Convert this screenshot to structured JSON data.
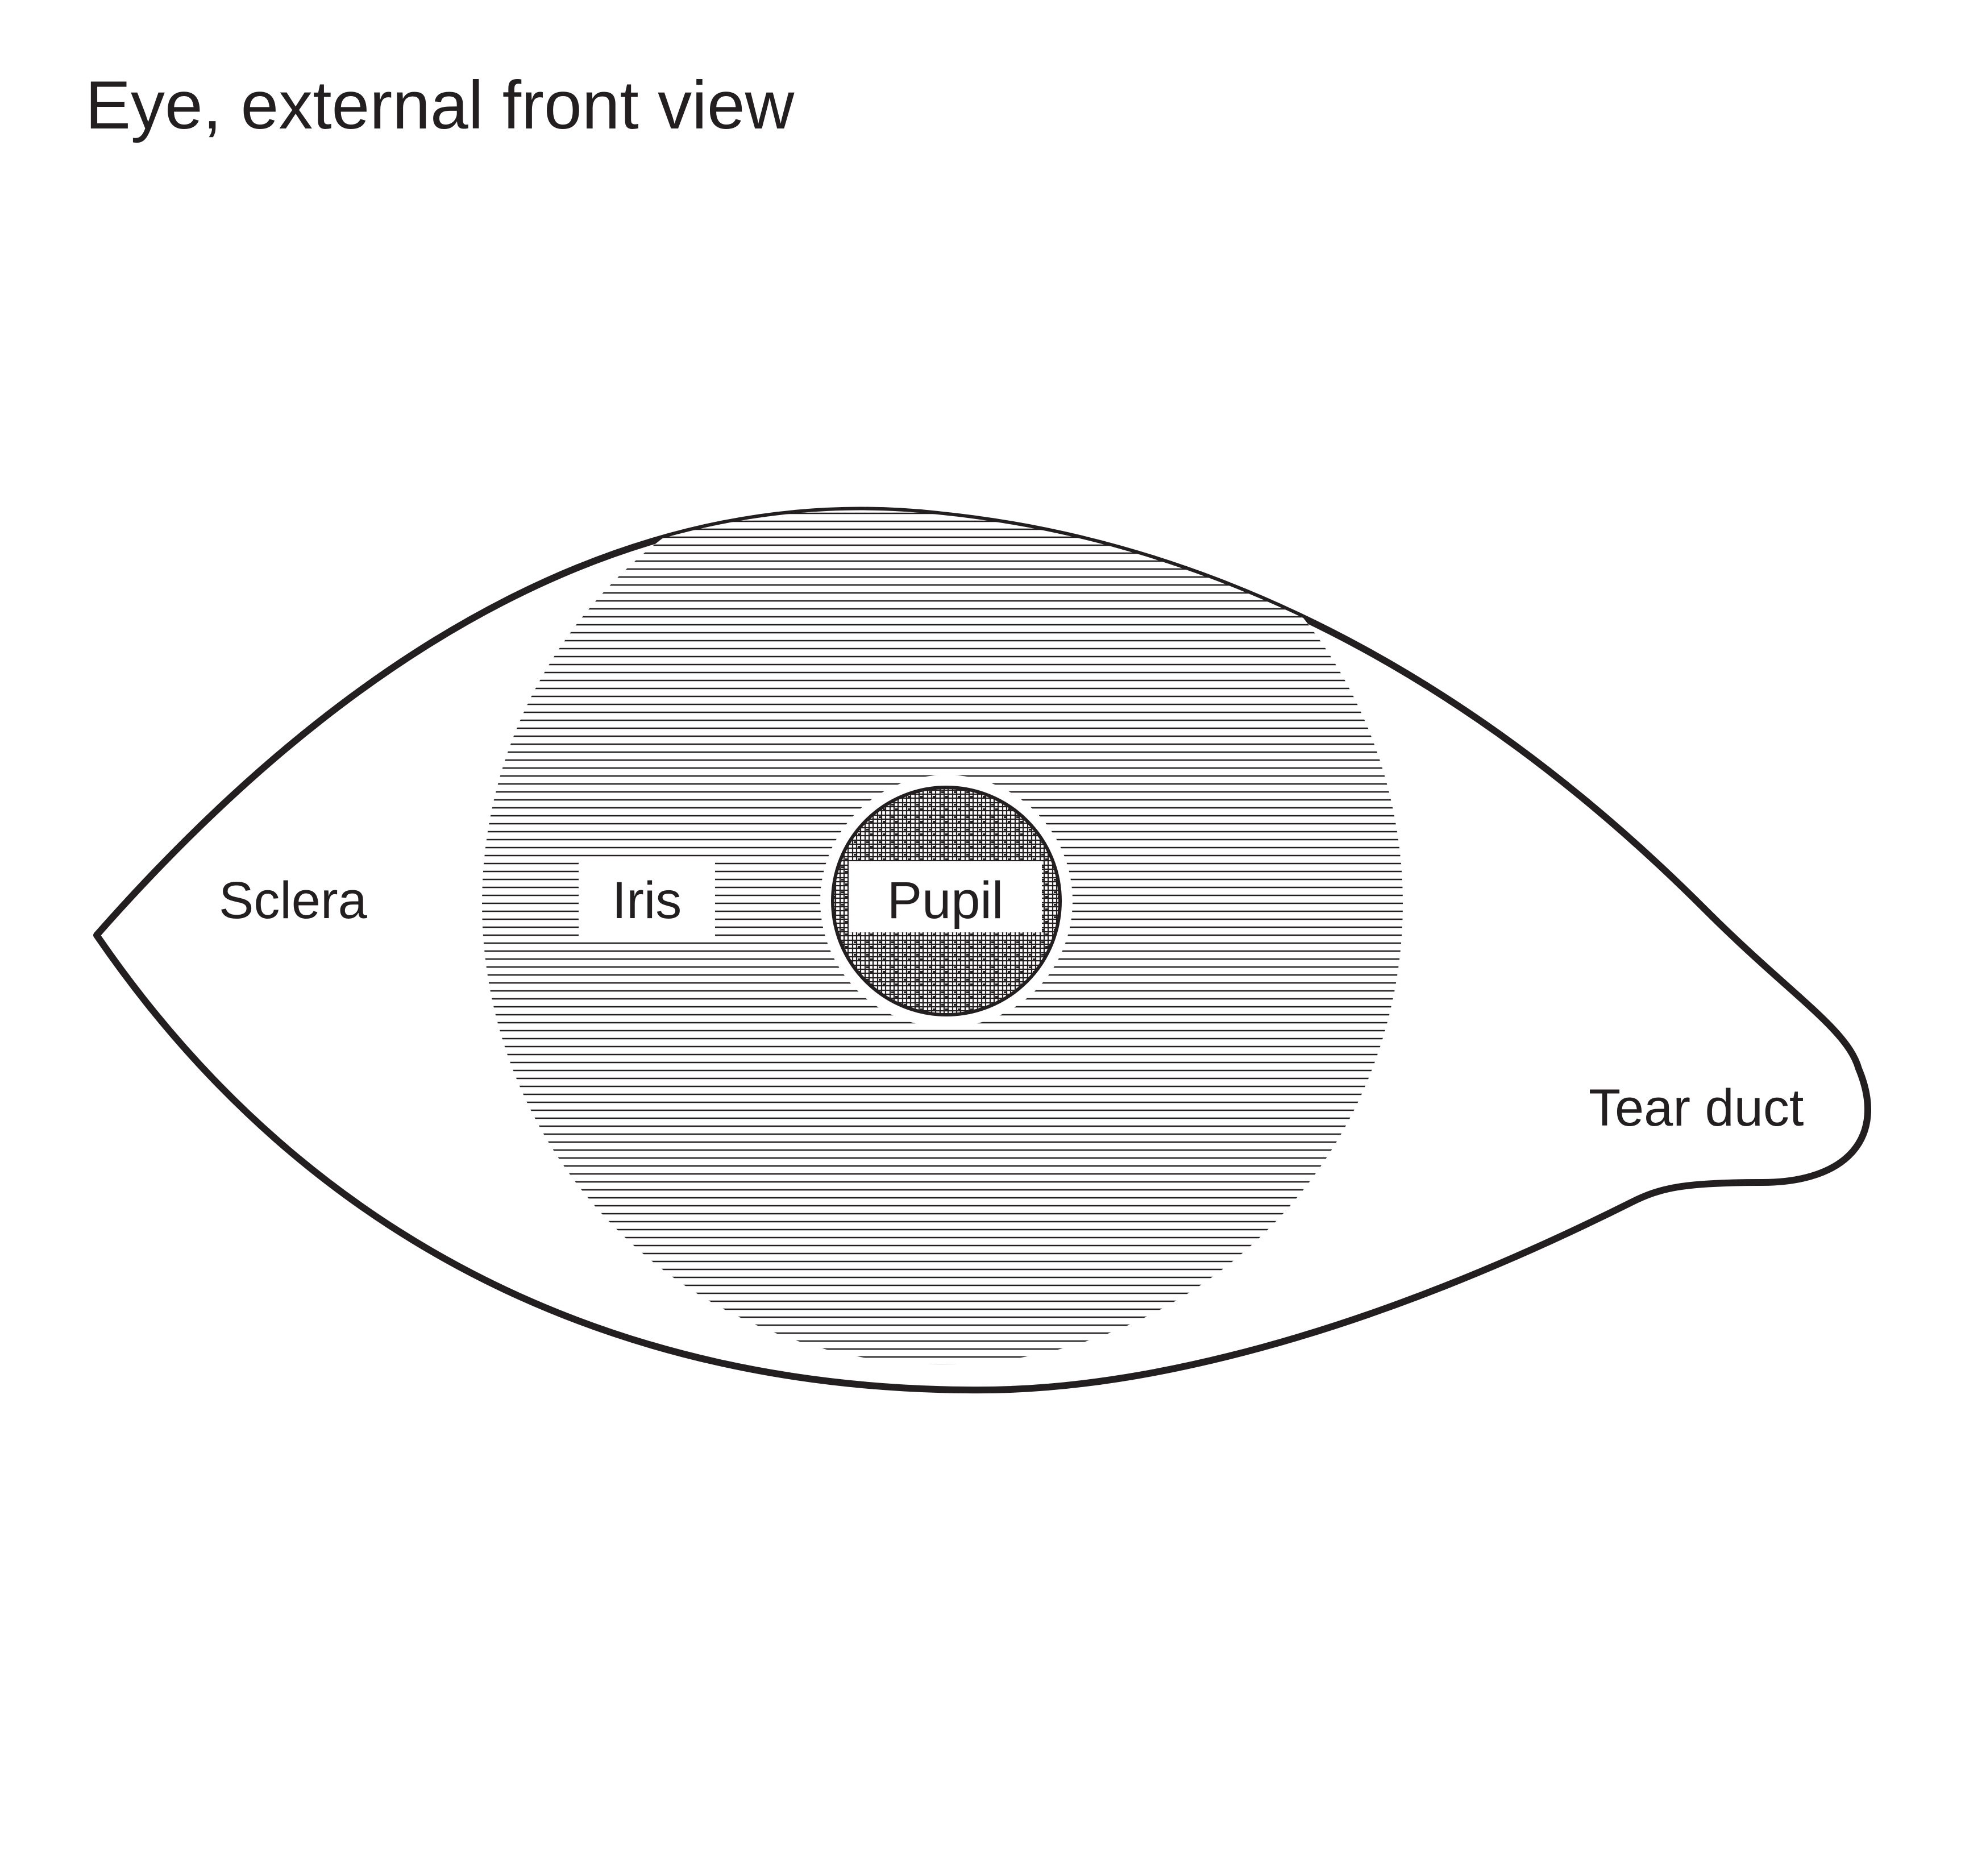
{
  "title": "Eye, external front view",
  "labels": {
    "sclera": "Sclera",
    "iris": "Iris",
    "pupil": "Pupil",
    "tear_duct": "Tear duct"
  },
  "colors": {
    "ink": "#231f20",
    "paper": "#ffffff"
  }
}
